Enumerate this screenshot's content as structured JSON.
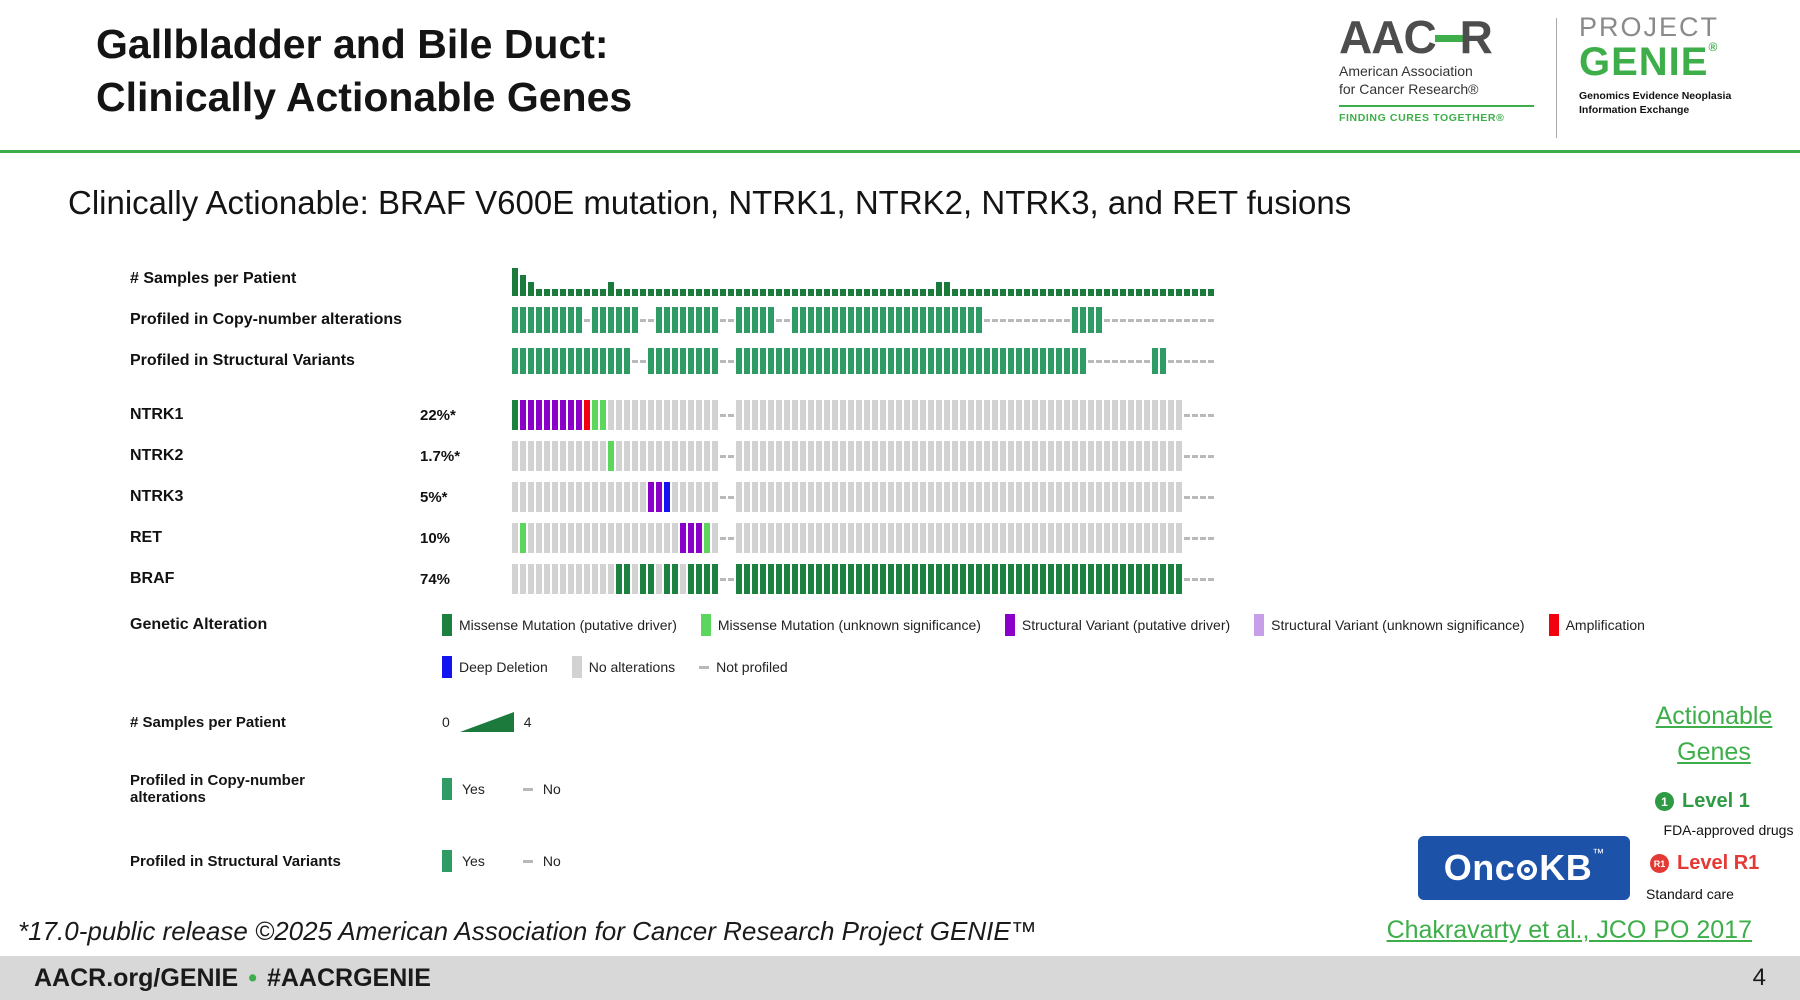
{
  "slide": {
    "title_line1": "Gallbladder and Bile Duct:",
    "title_line2": "Clinically Actionable Genes",
    "subtitle": "Clinically Actionable: BRAF V600E mutation, NTRK1, NTRK2, NTRK3, and RET fusions",
    "footnote": "*17.0-public release ©2025 American Association for Cancer Research Project GENIE™",
    "citation_link": "Chakravarty et al., JCO PO 2017",
    "actionable_link_line1": "Actionable",
    "actionable_link_line2": "Genes",
    "footer_left": "AACR.org/GENIE",
    "footer_bullet": "•",
    "footer_hashtag": "#AACRGENIE",
    "page_number": "4"
  },
  "logos": {
    "aacr_left": "AAC",
    "aacr_right": "R",
    "aacr_line1": "American Association",
    "aacr_line2": "for Cancer Research®",
    "aacr_tagline": "FINDING CURES TOGETHER®",
    "genie_project": "PROJECT",
    "genie_name": "GENIE",
    "genie_reg": "®",
    "genie_sub1": "Genomics Evidence Neoplasia",
    "genie_sub2": "Information Exchange",
    "oncokb_onc": "Onc",
    "oncokb_kb": "KB",
    "oncokb_tm": "™"
  },
  "oncokb_levels": {
    "level1_badge": "1",
    "level1_label": "Level 1",
    "level1_sub": "FDA-approved drugs",
    "levelr1_badge": "R1",
    "levelr1_label": "Level R1",
    "levelr1_sub": "Standard care"
  },
  "chart_data": {
    "type": "oncoprint",
    "title": "Clinically Actionable: BRAF V600E mutation, NTRK1, NTRK2, NTRK3, and RET fusions",
    "columns": 88,
    "tracks": {
      "samples_label": "# Samples per Patient",
      "samples_max": 4,
      "samples_values": "4321111111112111111111111111111111111111111111111111122111111111111111111111111111111111",
      "cna_label": "Profiled in Copy-number alterations",
      "cna_values": "YYYYYYYYYNYYYYYYNNYYYYYYYYNNYYYYYNNYYYYYYYYYYYYYYYYYYYYYYYYNNNNNNNNNNNYYYYNNNNNNNNNNNNNN",
      "sv_label": "Profiled in Structural Variants",
      "sv_values": "YYYYYYYYYYYYYYYNNYYYYYYYYYNNYYYYYYYYYYYYYYYYYYYYYYYYYYYYYYYYYYYYYYYYYYYYNNNNNNNNYYNNNNNN"
    },
    "genes": [
      {
        "name": "NTRK1",
        "pct": "22%*",
        "alterations": "MSSSSSSSSAmm..............--........................................................----"
      },
      {
        "name": "NTRK2",
        "pct": "1.7%*",
        "alterations": "............m.............--........................................................----"
      },
      {
        "name": "NTRK3",
        "pct": "5%*",
        "alterations": ".................SSD......--........................................................----"
      },
      {
        "name": "RET",
        "pct": "10%",
        "alterations": ".m...................SSSm.--........................................................----"
      },
      {
        "name": "BRAF",
        "pct": "74%",
        "alterations": ".............MM.MM.MM.MMMM--MMMMMMMMMMMMMMMMMMMMMMMMMMMMMMMMMMMMMMMMMMMMMMMMMMMMMMMM----"
      }
    ],
    "codes": {
      "M": "missense_driver",
      "m": "missense_vus",
      "S": "sv_driver",
      "s": "sv_vus",
      "A": "amplification",
      "D": "deep_deletion",
      ".": "no_alteration",
      "-": "not_profiled"
    },
    "colors": {
      "missense_driver": "#1C8040",
      "missense_vus": "#5CD65C",
      "sv_driver": "#8B00C9",
      "sv_vus": "#C79FE8",
      "amplification": "#F2000D",
      "deep_deletion": "#1414F0",
      "no_alteration": "#D2D2D2",
      "not_profiled": "#B9B9B9",
      "profiled_yes": "#2E9C64",
      "samples_bar": "#1B7A3C"
    },
    "legend": {
      "title": "Genetic Alteration",
      "row1": [
        {
          "label": "Missense Mutation (putative driver)",
          "key": "missense_driver"
        },
        {
          "label": "Missense Mutation (unknown significance)",
          "key": "missense_vus"
        },
        {
          "label": "Structural Variant (putative driver)",
          "key": "sv_driver"
        },
        {
          "label": "Structural Variant (unknown significance)",
          "key": "sv_vus"
        },
        {
          "label": "Amplification",
          "key": "amplification"
        }
      ],
      "row2": [
        {
          "label": "Deep Deletion",
          "key": "deep_deletion"
        },
        {
          "label": "No alterations",
          "key": "no_alteration"
        },
        {
          "label": "Not profiled",
          "key": "not_profiled"
        }
      ]
    },
    "bottom_legends": {
      "samples": {
        "label": "# Samples per Patient",
        "min": "0",
        "max": "4"
      },
      "cna": {
        "label": "Profiled in Copy-number alterations",
        "yes": "Yes",
        "no": "No"
      },
      "sv": {
        "label": "Profiled in Structural Variants",
        "yes": "Yes",
        "no": "No"
      }
    }
  }
}
